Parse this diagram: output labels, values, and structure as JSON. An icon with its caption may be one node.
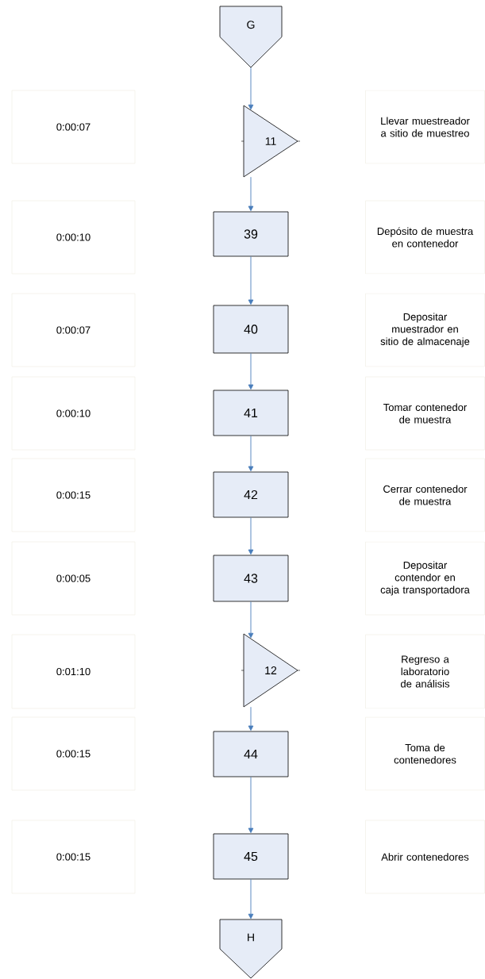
{
  "diagram": {
    "nodes": [
      {
        "text": [
          "G"
        ]
      },
      {
        "text": [
          "0:00:07"
        ]
      },
      {
        "text": [
          "11"
        ]
      },
      {
        "text": [
          "Llevar muestreador a sitio de muestreo"
        ]
      },
      {
        "text": [
          "0:00:10"
        ]
      },
      {
        "text": [
          "39"
        ]
      },
      {
        "text": [
          "Depósito de muestra en contenedor"
        ]
      },
      {
        "text": [
          "0:00:07"
        ]
      },
      {
        "text": [
          "40"
        ]
      },
      {
        "text": [
          "Depositar muestrador en sitio de almacenaje"
        ]
      },
      {
        "text": [
          "0:00:10"
        ]
      },
      {
        "text": [
          "41"
        ]
      },
      {
        "text": [
          "Tomar contenedor de muestra"
        ]
      },
      {
        "text": [
          "0:00:15"
        ]
      },
      {
        "text": [
          "42"
        ]
      },
      {
        "text": [
          "Cerrar contenedor de muestra"
        ]
      },
      {
        "text": [
          "0:00:05"
        ]
      },
      {
        "text": [
          "43"
        ]
      },
      {
        "text": [
          "Depositar contendor en caja transportadora"
        ]
      },
      {
        "text": [
          "0:01:10"
        ]
      },
      {
        "text": [
          "12"
        ]
      },
      {
        "text": [
          "Regreso a laboratorio de análisis"
        ]
      },
      {
        "text": [
          "0:00:15"
        ]
      },
      {
        "text": [
          "44"
        ]
      },
      {
        "text": [
          "Toma de contenedores"
        ]
      },
      {
        "text": [
          "0:00:15"
        ]
      },
      {
        "text": [
          "45"
        ]
      },
      {
        "text": [
          "Abrir contenedores"
        ]
      },
      {
        "text": [
          "H"
        ]
      }
    ],
    "edges": [
      {
        "from": 0,
        "to": 2,
        "arrow": "to"
      },
      {
        "from": 2,
        "to": 5,
        "arrow": "to"
      },
      {
        "from": 5,
        "to": 8,
        "arrow": "to"
      },
      {
        "from": 8,
        "to": 11,
        "arrow": "to"
      },
      {
        "from": 11,
        "to": 14,
        "arrow": "to"
      },
      {
        "from": 14,
        "to": 17,
        "arrow": "to"
      },
      {
        "from": 17,
        "to": 20,
        "arrow": "to"
      },
      {
        "from": 20,
        "to": 23,
        "arrow": "to"
      },
      {
        "from": 23,
        "to": 26,
        "arrow": "to"
      },
      {
        "from": 26,
        "to": 28,
        "arrow": "to"
      }
    ]
  }
}
